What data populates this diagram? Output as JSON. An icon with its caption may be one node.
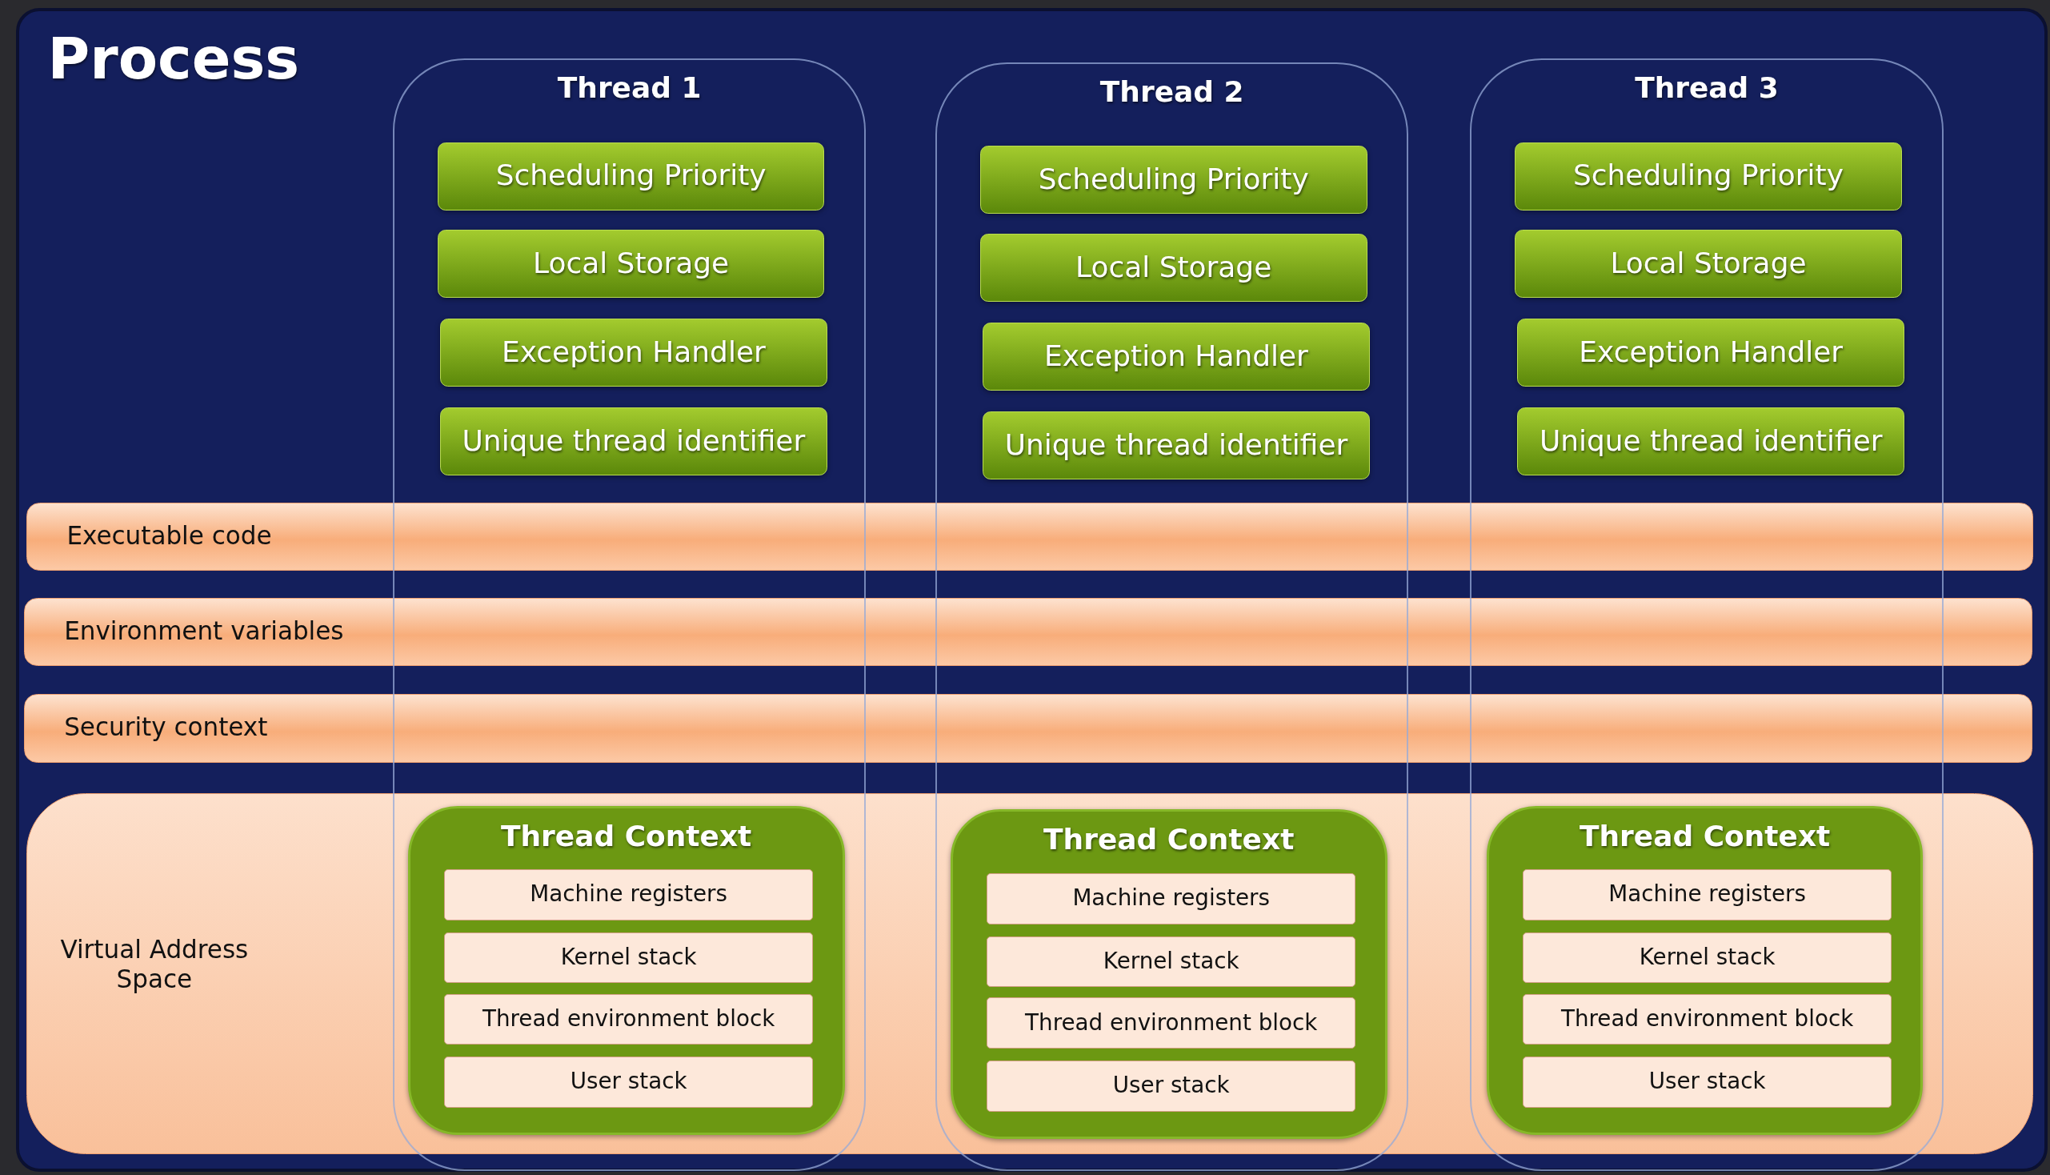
{
  "diagram": {
    "nodes": [
      {
        "text": [
          "Process"
        ]
      },
      {
        "text": [
          "Thread 1"
        ],
        "in": 0
      },
      {
        "text": [
          "Scheduling Priority"
        ],
        "in": 1
      },
      {
        "text": [
          "Local Storage"
        ],
        "in": 1
      },
      {
        "text": [
          "Exception Handler"
        ],
        "in": 1
      },
      {
        "text": [
          "Unique thread identifier"
        ],
        "in": 1
      },
      {
        "text": [
          "Thread 2"
        ],
        "in": 0
      },
      {
        "text": [
          "Scheduling Priority"
        ],
        "in": 6
      },
      {
        "text": [
          "Local Storage"
        ],
        "in": 6
      },
      {
        "text": [
          "Exception Handler"
        ],
        "in": 6
      },
      {
        "text": [
          "Unique thread identifier"
        ],
        "in": 6
      },
      {
        "text": [
          "Thread 3"
        ],
        "in": 0
      },
      {
        "text": [
          "Scheduling Priority"
        ],
        "in": 11
      },
      {
        "text": [
          "Local Storage"
        ],
        "in": 11
      },
      {
        "text": [
          "Exception Handler"
        ],
        "in": 11
      },
      {
        "text": [
          "Unique thread identifier"
        ],
        "in": 11
      },
      {
        "text": [
          "Executable code"
        ],
        "in": 0
      },
      {
        "text": [
          "Environment variables"
        ],
        "in": 0
      },
      {
        "text": [
          "Security context"
        ],
        "in": 0
      },
      {
        "text": [
          "Virtual Address Space"
        ],
        "in": 0
      },
      {
        "text": [
          "Thread Context"
        ]
      },
      {
        "text": [
          "Machine registers"
        ],
        "in": 20
      },
      {
        "text": [
          "Kernel stack"
        ],
        "in": 20
      },
      {
        "text": [
          "Thread environment block"
        ],
        "in": 20
      },
      {
        "text": [
          "User stack"
        ],
        "in": 20
      },
      {
        "text": [
          "Thread Context"
        ]
      },
      {
        "text": [
          "Machine registers"
        ],
        "in": 25
      },
      {
        "text": [
          "Kernel stack"
        ],
        "in": 25
      },
      {
        "text": [
          "Thread environment block"
        ],
        "in": 25
      },
      {
        "text": [
          "User stack"
        ],
        "in": 25
      },
      {
        "text": [
          "Thread Context"
        ]
      },
      {
        "text": [
          "Machine registers"
        ],
        "in": 30
      },
      {
        "text": [
          "Kernel stack"
        ],
        "in": 30
      },
      {
        "text": [
          "Thread environment block"
        ],
        "in": 30
      },
      {
        "text": [
          "User stack"
        ],
        "in": 30
      }
    ]
  }
}
